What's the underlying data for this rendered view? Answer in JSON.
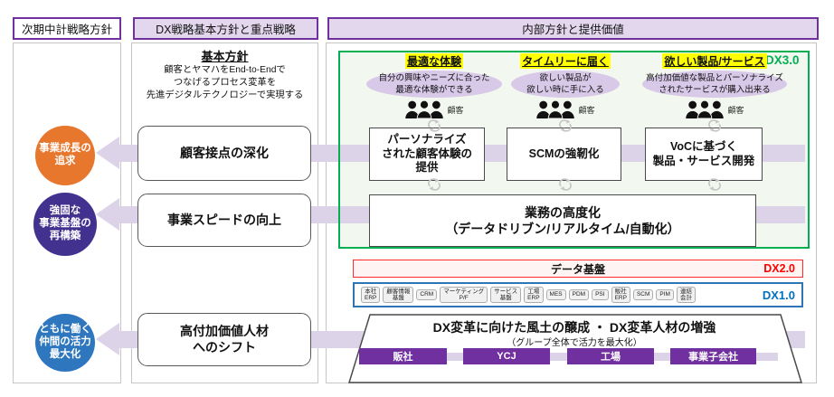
{
  "colors": {
    "purple_accent": "#7030A0",
    "band_purple": "#DCD3E8",
    "dx3_green": "#00B050",
    "dx2_red": "#FF0000",
    "dx1_blue": "#0070C0",
    "circle_orange": "#E8772E",
    "circle_indigo": "#43318F",
    "circle_blue": "#2E77BE",
    "org_purple": "#7030A0",
    "highlight_yellow": "#FFFF00"
  },
  "headers": {
    "left": "次期中計戦略方針",
    "middle": "DX戦略基本方針と重点戦略",
    "right": "内部方針と提供価値"
  },
  "left_panel": {
    "circles": [
      {
        "label": "事業成長の\n追求"
      },
      {
        "label": "強固な\n事業基盤の\n再構築"
      },
      {
        "label": "ともに働く\n仲間の活力\n最大化"
      }
    ]
  },
  "middle_panel": {
    "policy_title": "基本方針",
    "policy_body": "顧客とヤマハをEnd-to-Endで\nつなげるプロセス変革を\n先進デジタルテクノロジーで実現する",
    "strategies": [
      {
        "label": "顧客接点の深化"
      },
      {
        "label": "事業スピードの向上"
      },
      {
        "label": "高付加価値人材\nへのシフト"
      }
    ]
  },
  "right_panel": {
    "dx3": {
      "tag": "DX3.0",
      "columns": [
        {
          "headline": "最適な体験",
          "description": "自分の興味やニーズに合った\n最適な体験ができる",
          "actor": "顧客",
          "initiative": "パーソナライズ\nされた顧客体験の\n提供"
        },
        {
          "headline": "タイムリーに届く",
          "description": "欲しい製品が\n欲しい時に手に入る",
          "actor": "顧客",
          "initiative": "SCMの強靭化"
        },
        {
          "headline": "欲しい製品/サービス",
          "description": "高付加価値な製品とパーソナライズ\nされたサービスが購入出来る",
          "actor": "顧客",
          "initiative": "VoCに基づく\n製品・サービス開発"
        }
      ],
      "operations_box": "業務の高度化\n（データドリブン/リアルタイム/自動化）"
    },
    "dx2": {
      "tag": "DX2.0",
      "title": "データ基盤"
    },
    "dx1": {
      "tag": "DX1.0",
      "systems": [
        "本社\nERP",
        "顧客情報\n基盤",
        "CRM",
        "マーケティング\nP/F",
        "サービス\n基盤",
        "工場\nERP",
        "MES",
        "PDM",
        "PSI",
        "販社\nERP",
        "SCM",
        "PIM",
        "連結\n会計"
      ]
    },
    "foundation": {
      "title": "DX変革に向けた風土の醸成 ・ DX変革人材の増強",
      "subtitle": "（グループ全体で活力を最大化）",
      "orgs": [
        "販社",
        "YCJ",
        "工場",
        "事業子会社"
      ]
    }
  }
}
